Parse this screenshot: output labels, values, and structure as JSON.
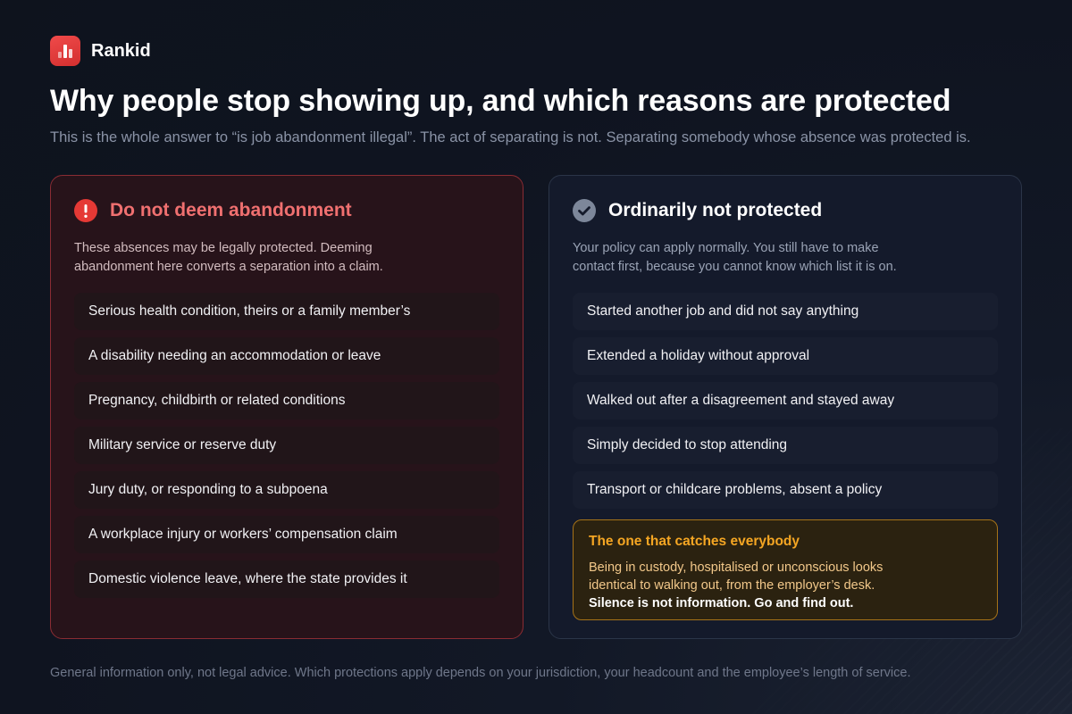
{
  "colors": {
    "accent_red": "#e53935",
    "title_red": "#f07070",
    "accent_amber": "#f5a623",
    "icon_gray": "#7d879a"
  },
  "brand": {
    "name": "Rankid",
    "logo_icon": "bar-chart-icon"
  },
  "header": {
    "title": "Why people stop showing up, and which reasons are protected",
    "subtitle": "This is the whole answer to “is job abandonment illegal”. The act of separating is not. Separating somebody whose absence was protected is."
  },
  "protected_card": {
    "icon": "exclamation-icon",
    "title": "Do not deem abandonment",
    "description": "These absences may be legally protected. Deeming abandonment here converts a separation into a claim.",
    "items": [
      "Serious health condition, theirs or a family member’s",
      "A disability needing an accommodation or leave",
      "Pregnancy, childbirth or related conditions",
      "Military service or reserve duty",
      "Jury duty, or responding to a subpoena",
      "A workplace injury or workers’ compensation claim",
      "Domestic violence leave, where the state provides it"
    ]
  },
  "unprotected_card": {
    "icon": "checkmark-icon",
    "title": "Ordinarily not protected",
    "description": "Your policy can apply normally. You still have to make contact first, because you cannot know which list it is on.",
    "items": [
      "Started another job and did not say anything",
      "Extended a holiday without approval",
      "Walked out after a disagreement and stayed away",
      "Simply decided to stop attending",
      "Transport or childcare problems, absent a policy"
    ],
    "callout": {
      "title": "The one that catches everybody",
      "body": "Being in custody, hospitalised or unconscious looks identical to walking out, from the employer’s desk.",
      "emphasis": "Silence is not information. Go and find out."
    }
  },
  "footer": {
    "disclaimer": "General information only, not legal advice. Which protections apply depends on your jurisdiction, your headcount and the employee’s length of service."
  }
}
